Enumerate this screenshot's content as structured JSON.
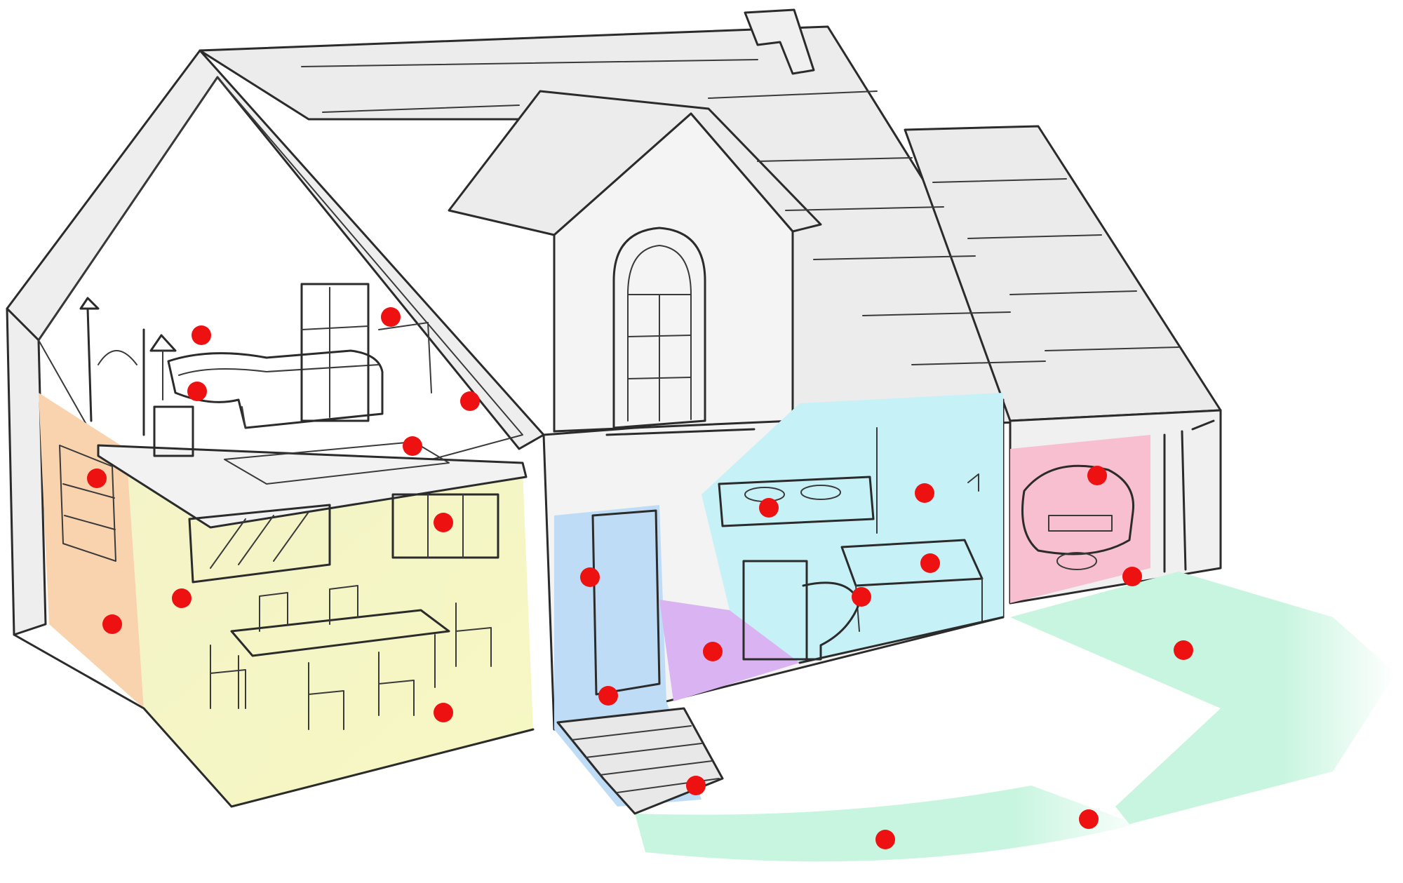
{
  "colors": {
    "background": "#ffffff",
    "roof": "#ececec",
    "wall": "#f1f1f1",
    "ink": "#2b2b2b",
    "bedroom": "#f7b9f3",
    "side_room": "#f9d3ae",
    "dining_room": "#f5f6c1",
    "entry": "#bfdcf7",
    "hallway": "#d9b3f2",
    "bathroom": "#c6f1f7",
    "garage": "#f7bfcf",
    "path": "#c7f5df",
    "marker": "#ee1111"
  },
  "regions": [
    {
      "id": "attic-bedroom",
      "name": "attic-bedroom-region",
      "color_key": "bedroom"
    },
    {
      "id": "side-room",
      "name": "side-room-region",
      "color_key": "side_room"
    },
    {
      "id": "dining-room",
      "name": "dining-room-region",
      "color_key": "dining_room"
    },
    {
      "id": "entry",
      "name": "entry-region",
      "color_key": "entry"
    },
    {
      "id": "hallway",
      "name": "hallway-region",
      "color_key": "hallway"
    },
    {
      "id": "bathroom",
      "name": "bathroom-region",
      "color_key": "bathroom"
    },
    {
      "id": "garage",
      "name": "garage-region",
      "color_key": "garage"
    },
    {
      "id": "driveway",
      "name": "driveway-region",
      "color_key": "path"
    },
    {
      "id": "walkway",
      "name": "walkway-region",
      "color_key": "path"
    }
  ],
  "markers": [
    {
      "id": 1,
      "region": "attic-bedroom"
    },
    {
      "id": 2,
      "region": "attic-bedroom"
    },
    {
      "id": 3,
      "region": "attic-bedroom"
    },
    {
      "id": 4,
      "region": "attic-bedroom"
    },
    {
      "id": 5,
      "region": "attic-bedroom"
    },
    {
      "id": 6,
      "region": "side-room"
    },
    {
      "id": 7,
      "region": "side-room"
    },
    {
      "id": 8,
      "region": "dining-room"
    },
    {
      "id": 9,
      "region": "dining-room"
    },
    {
      "id": 10,
      "region": "dining-room"
    },
    {
      "id": 11,
      "region": "entry"
    },
    {
      "id": 12,
      "region": "entry"
    },
    {
      "id": 13,
      "region": "walkway"
    },
    {
      "id": 14,
      "region": "hallway"
    },
    {
      "id": 15,
      "region": "bathroom"
    },
    {
      "id": 16,
      "region": "bathroom"
    },
    {
      "id": 17,
      "region": "bathroom"
    },
    {
      "id": 18,
      "region": "bathroom"
    },
    {
      "id": 19,
      "region": "garage"
    },
    {
      "id": 20,
      "region": "garage"
    },
    {
      "id": 21,
      "region": "driveway"
    },
    {
      "id": 22,
      "region": "walkway"
    },
    {
      "id": 23,
      "region": "walkway"
    }
  ]
}
